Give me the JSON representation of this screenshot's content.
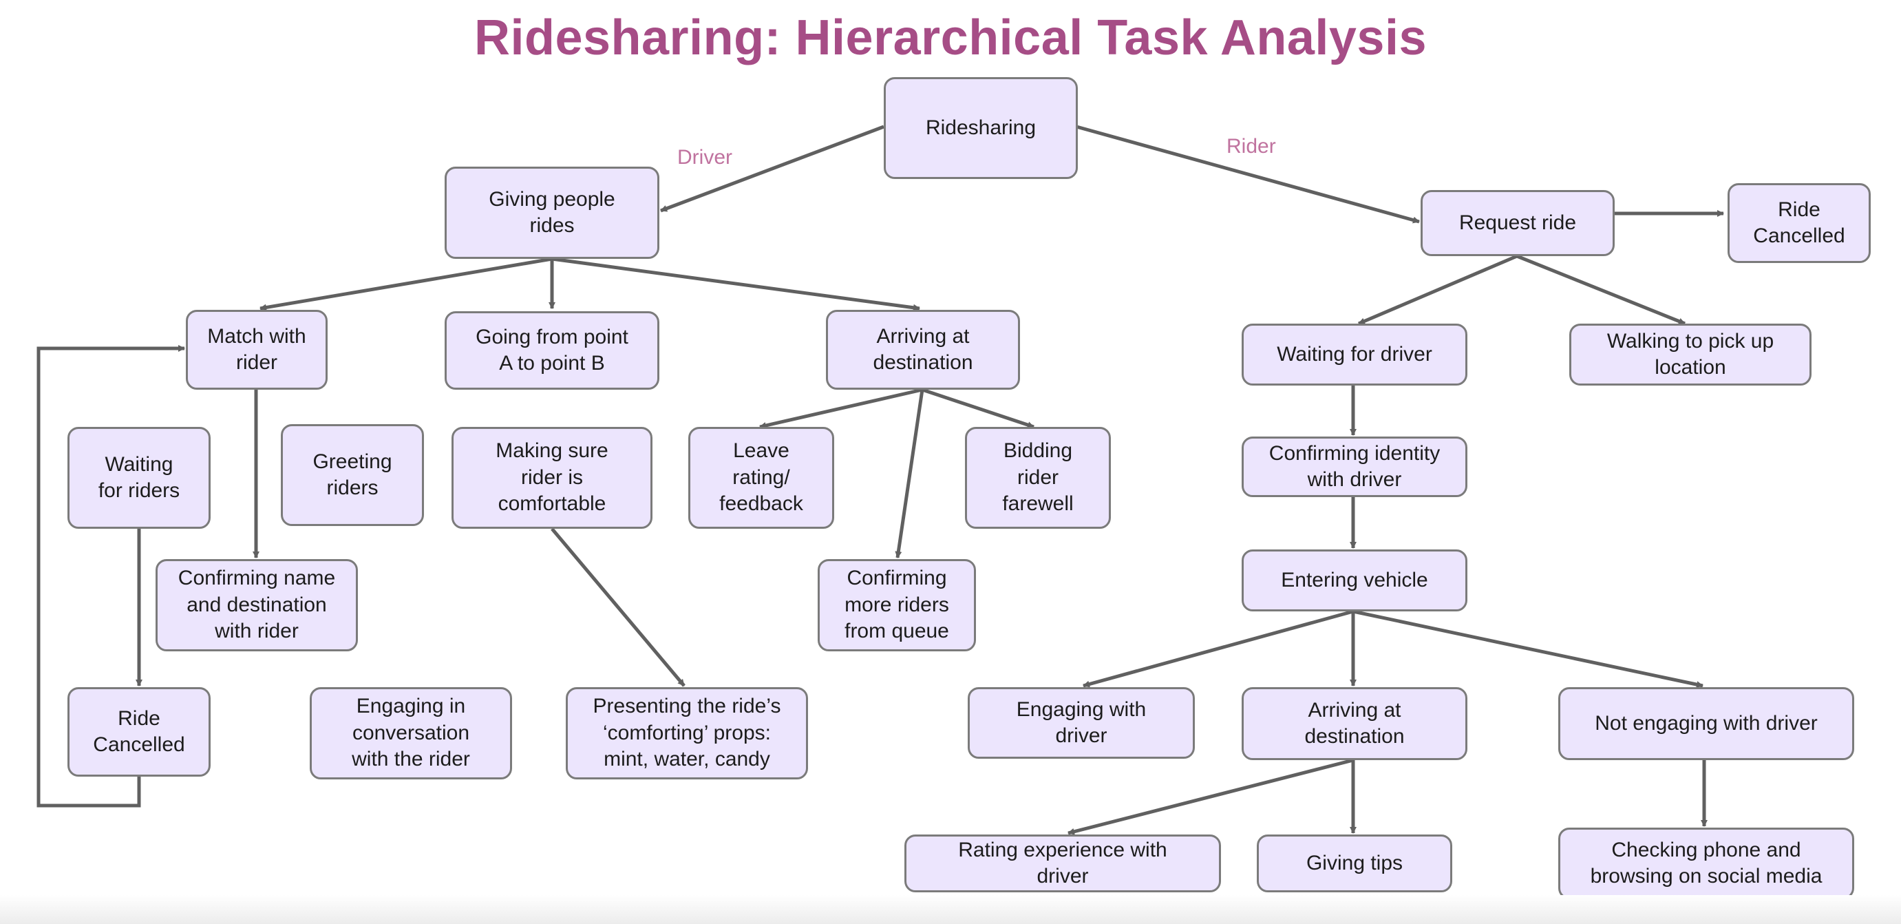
{
  "title": "Ridesharing: Hierarchical Task Analysis",
  "edge_labels": {
    "driver": "Driver",
    "rider": "Rider"
  },
  "colors": {
    "title": "#a64d86",
    "edge_label": "#c0739f",
    "node_fill": "#ece5fd",
    "node_border": "#7b7b7b",
    "edge": "#606060"
  },
  "nodes": {
    "root": "Ridesharing",
    "giving_rides": "Giving people\nrides",
    "request_ride": "Request ride",
    "ride_cancelled_rider": "Ride\nCancelled",
    "match_rider": "Match with\nrider",
    "going_a_b": "Going from point\nA to point B",
    "arriving_driver": "Arriving at\ndestination",
    "waiting_driver": "Waiting for driver",
    "walking_pickup": "Walking to pick up\nlocation",
    "waiting_riders": "Waiting\nfor riders",
    "greeting_riders": "Greeting\nriders",
    "making_comfortable": "Making sure\nrider is\ncomfortable",
    "leave_rating": "Leave\nrating/\nfeedback",
    "bidding_farewell": "Bidding\nrider\nfarewell",
    "confirming_identity": "Confirming identity\nwith driver",
    "confirming_name": "Confirming name\nand destination\nwith rider",
    "confirming_queue": "Confirming\nmore riders\nfrom queue",
    "entering_vehicle": "Entering vehicle",
    "ride_cancelled_driver": "Ride\nCancelled",
    "engaging_conversation": "Engaging in\nconversation\nwith the rider",
    "presenting_props": "Presenting the ride’s\n‘comforting’ props:\nmint, water, candy",
    "engaging_driver": "Engaging with\ndriver",
    "arriving_rider": "Arriving at\ndestination",
    "not_engaging": "Not engaging with driver",
    "rating_experience": "Rating experience with\ndriver",
    "giving_tips": "Giving tips",
    "checking_phone": "Checking phone and\nbrowsing on social media"
  }
}
